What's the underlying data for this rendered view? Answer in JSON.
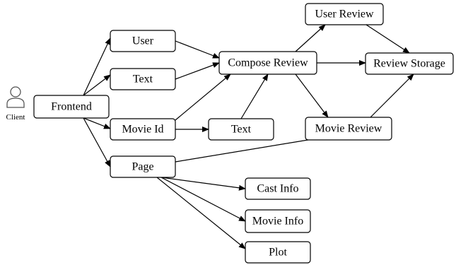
{
  "client": {
    "label": "Client",
    "icon": "person-icon"
  },
  "nodes": {
    "frontend": "Frontend",
    "user": "User",
    "text": "Text",
    "movie_id": "Movie Id",
    "page": "Page",
    "compose_review": "Compose Review",
    "text2": "Text",
    "user_review": "User Review",
    "review_storage": "Review Storage",
    "movie_review": "Movie Review",
    "cast_info": "Cast Info",
    "movie_info": "Movie Info",
    "plot": "Plot"
  },
  "edges": [
    [
      "frontend",
      "user"
    ],
    [
      "frontend",
      "text"
    ],
    [
      "frontend",
      "movie_id"
    ],
    [
      "frontend",
      "page"
    ],
    [
      "user",
      "compose_review"
    ],
    [
      "text",
      "compose_review"
    ],
    [
      "movie_id",
      "compose_review"
    ],
    [
      "movie_id",
      "text2"
    ],
    [
      "text2",
      "compose_review"
    ],
    [
      "compose_review",
      "user_review"
    ],
    [
      "compose_review",
      "review_storage"
    ],
    [
      "compose_review",
      "movie_review"
    ],
    [
      "user_review",
      "review_storage"
    ],
    [
      "movie_review",
      "review_storage"
    ],
    [
      "page",
      "movie_review"
    ],
    [
      "page",
      "cast_info"
    ],
    [
      "page",
      "movie_info"
    ],
    [
      "page",
      "plot"
    ]
  ]
}
